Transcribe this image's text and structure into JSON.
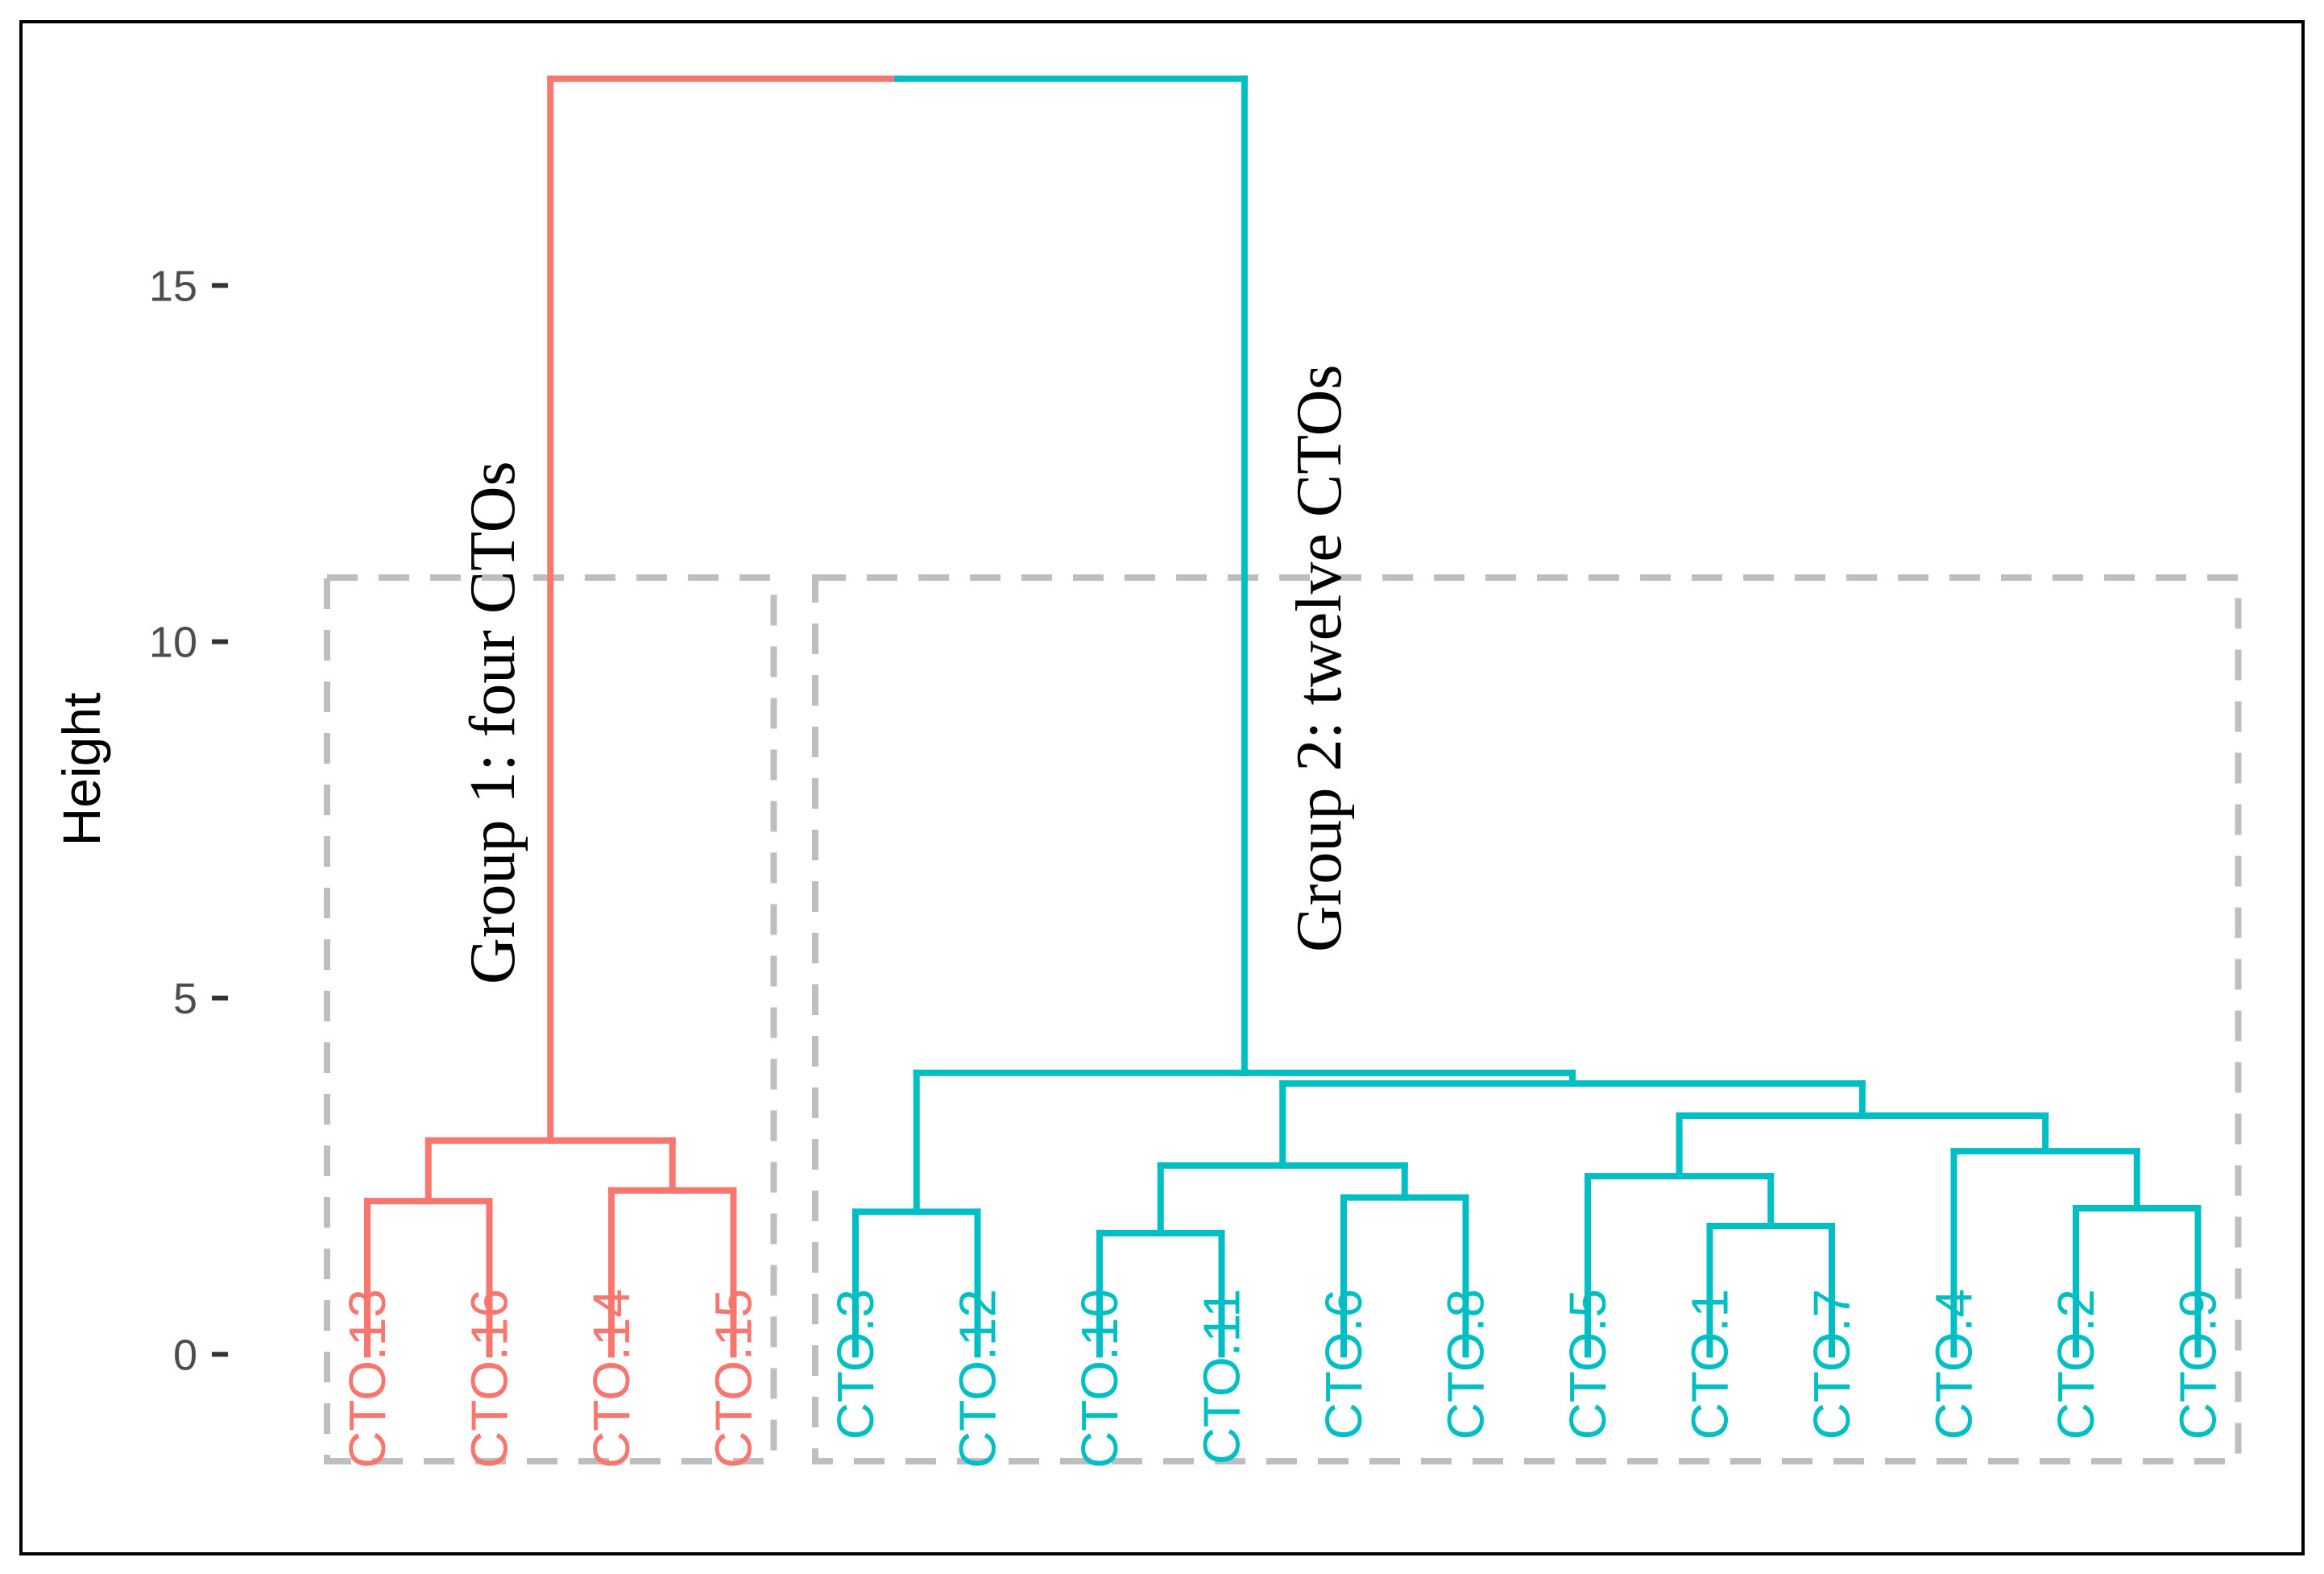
{
  "chart_data": {
    "type": "dendrogram",
    "ylabel": "Height",
    "ylim": [
      -2.8,
      18.7
    ],
    "yticks": [
      0,
      5,
      10,
      15
    ],
    "ytick_labels": [
      "0",
      "5",
      "10",
      "15"
    ],
    "grid": false,
    "colors": {
      "group1": "#F8766D",
      "group2": "#00BFC4",
      "box": "#BEBEBE"
    },
    "leaves": [
      {
        "label": "CTO.13",
        "group": 1
      },
      {
        "label": "CTO.16",
        "group": 1
      },
      {
        "label": "CTO.14",
        "group": 1
      },
      {
        "label": "CTO.15",
        "group": 1
      },
      {
        "label": "CTO.3",
        "group": 2
      },
      {
        "label": "CTO.12",
        "group": 2
      },
      {
        "label": "CTO.10",
        "group": 2
      },
      {
        "label": "CTO.11",
        "group": 2
      },
      {
        "label": "CTO.6",
        "group": 2
      },
      {
        "label": "CTO.8",
        "group": 2
      },
      {
        "label": "CTO.5",
        "group": 2
      },
      {
        "label": "CTO.1",
        "group": 2
      },
      {
        "label": "CTO.7",
        "group": 2
      },
      {
        "label": "CTO.4",
        "group": 2
      },
      {
        "label": "CTO.2",
        "group": 2
      },
      {
        "label": "CTO.9",
        "group": 2
      }
    ],
    "merges": [
      {
        "id": "A",
        "left": 0,
        "right": 1,
        "height": 2.15,
        "group": 1
      },
      {
        "id": "B",
        "left": 2,
        "right": 3,
        "height": 2.3,
        "group": 1
      },
      {
        "id": "C",
        "left": "A",
        "right": "B",
        "height": 3.0,
        "group": 1
      },
      {
        "id": "D",
        "left": 4,
        "right": 5,
        "height": 2.0,
        "group": 2
      },
      {
        "id": "E",
        "left": 6,
        "right": 7,
        "height": 1.7,
        "group": 2
      },
      {
        "id": "F",
        "left": 8,
        "right": 9,
        "height": 2.2,
        "group": 2
      },
      {
        "id": "G",
        "left": "E",
        "right": "F",
        "height": 2.65,
        "group": 2
      },
      {
        "id": "H",
        "left": 11,
        "right": 12,
        "height": 1.8,
        "group": 2
      },
      {
        "id": "I",
        "left": 10,
        "right": "H",
        "height": 2.5,
        "group": 2
      },
      {
        "id": "J",
        "left": 14,
        "right": 15,
        "height": 2.05,
        "group": 2
      },
      {
        "id": "K",
        "left": 13,
        "right": "J",
        "height": 2.85,
        "group": 2
      },
      {
        "id": "L",
        "left": "I",
        "right": "K",
        "height": 3.35,
        "group": 2
      },
      {
        "id": "M",
        "left": "G",
        "right": "L",
        "height": 3.8,
        "group": 2
      },
      {
        "id": "N",
        "left": "D",
        "right": "M",
        "height": 3.95,
        "group": 2
      },
      {
        "id": "O",
        "left": "C",
        "right": "N",
        "height": 17.9,
        "group": 0
      }
    ],
    "annotations": [
      {
        "text": "Group 1: four CTOs",
        "group": 1
      },
      {
        "text": "Group 2: twelve CTOs",
        "group": 2
      }
    ],
    "cluster_boxes": [
      {
        "group": 1,
        "top": 10.9,
        "first_leaf": 0,
        "last_leaf": 3
      },
      {
        "group": 2,
        "top": 10.9,
        "first_leaf": 4,
        "last_leaf": 15
      }
    ]
  }
}
